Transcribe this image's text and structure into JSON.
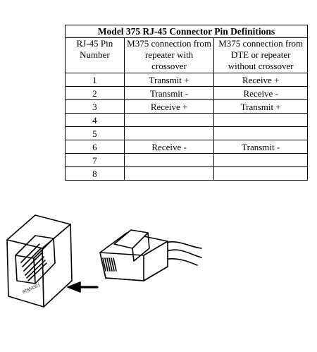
{
  "table": {
    "title": "Model 375 RJ-45 Connector Pin Definitions",
    "headers": [
      "RJ-45 Pin Number",
      "M375 connection from repeater with crossover",
      "M375 connection from DTE or repeater without crossover"
    ],
    "rows": [
      {
        "pin": "1",
        "col2": "Transmit +",
        "col3": "Receive +"
      },
      {
        "pin": "2",
        "col2": "Transmit -",
        "col3": "Receive -"
      },
      {
        "pin": "3",
        "col2": "Receive +",
        "col3": "Transmit +"
      },
      {
        "pin": "4",
        "col2": "",
        "col3": ""
      },
      {
        "pin": "5",
        "col2": "",
        "col3": ""
      },
      {
        "pin": "6",
        "col2": "Receive -",
        "col3": "Transmit -"
      },
      {
        "pin": "7",
        "col2": "",
        "col3": ""
      },
      {
        "pin": "8",
        "col2": "",
        "col3": ""
      }
    ]
  },
  "illustration": {
    "jack_pin_numbers": "87654321",
    "arrow_icon": "arrow-left-icon"
  }
}
